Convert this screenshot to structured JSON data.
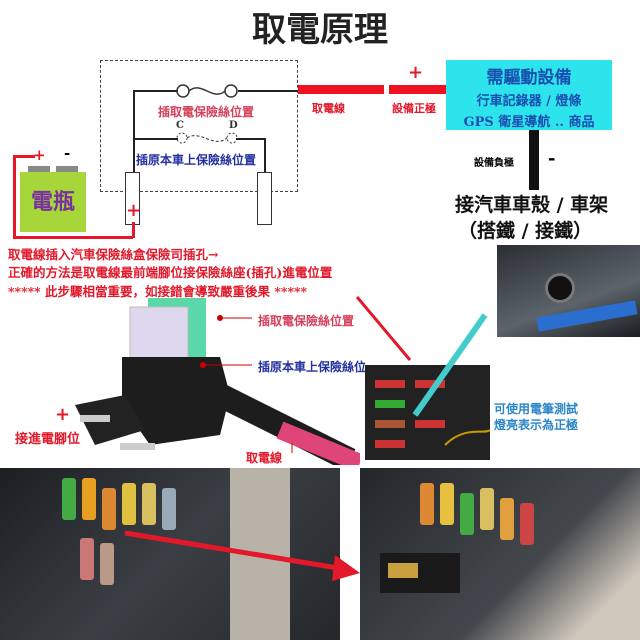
{
  "title": "取電原理",
  "diagram": {
    "fuse_tap_label": "插取電保險絲位置",
    "label_c": "C",
    "label_d": "D",
    "original_fuse_label": "插原本車上保險絲位置",
    "battery": {
      "label": "電瓶",
      "plus": "+",
      "minus": "-"
    },
    "terminal_plus": "+",
    "tap_wire_label": "取電線",
    "device_plus_sign": "+",
    "device_positive_label": "設備正極",
    "device": {
      "title": "需驅動設備",
      "line1": "行車記錄器 / 燈條",
      "line2": "GPS 衛星導航 .. 商品"
    },
    "device_negative_label": "設備負極",
    "minus_sign": "-",
    "ground_line1": "接汽車車殼 / 車架",
    "ground_line2": "（搭鐵 / 接鐵）"
  },
  "instructions": {
    "line1": "取電線插入汽車保險絲盒保險司插孔→",
    "line2": "正確的方法是取電線最前端腳位接保險絲座(插孔)進電位置",
    "line3": "***** 此步驟相當重要，如接錯會導致嚴重後果 *****"
  },
  "fuse_tap_photo": {
    "tap_slot_label": "插取電保險絲位置",
    "original_slot_label": "插原本車上保險絲位",
    "plus": "+",
    "input_pin_label": "接進電腳位",
    "wire_label": "取電線"
  },
  "tester_note": {
    "line1": "可使用電筆測試",
    "line2": "燈亮表示為正極"
  },
  "colors": {
    "red": "#e3182a",
    "cyan": "#2de4ec",
    "blue": "#2230a0",
    "battery": "#a6d63a"
  }
}
